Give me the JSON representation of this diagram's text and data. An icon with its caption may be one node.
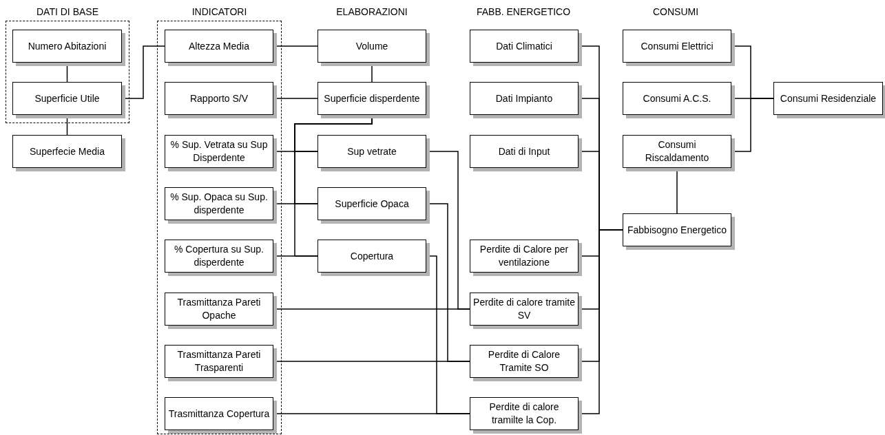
{
  "diagram": {
    "nodes": [
      {
        "text": [
          "DATI DI BASE"
        ]
      },
      {
        "text": [
          "Numero Abitazioni"
        ],
        "in": 0
      },
      {
        "text": [
          "Superficie Utile"
        ],
        "in": 0
      },
      {
        "text": [
          "Superfecie Media"
        ]
      },
      {
        "text": [
          "INDICATORI"
        ]
      },
      {
        "text": [
          "Altezza Media"
        ],
        "in": 4
      },
      {
        "text": [
          "Rapporto S/V"
        ],
        "in": 4
      },
      {
        "text": [
          "% Sup. Vetrata su Sup Disperdente"
        ],
        "in": 4
      },
      {
        "text": [
          "% Sup. Opaca su Sup. disperdente"
        ],
        "in": 4
      },
      {
        "text": [
          "% Copertura su Sup. disperdente"
        ],
        "in": 4
      },
      {
        "text": [
          "Trasmittanza Pareti Opache"
        ],
        "in": 4
      },
      {
        "text": [
          "Trasmittanza Pareti Trasparenti"
        ],
        "in": 4
      },
      {
        "text": [
          "Trasmittanza Copertura"
        ],
        "in": 4
      },
      {
        "text": [
          "Volume"
        ]
      },
      {
        "text": [
          "Superficie disperdente"
        ]
      },
      {
        "text": [
          "Sup vetrate"
        ]
      },
      {
        "text": [
          "Superficie Opaca"
        ]
      },
      {
        "text": [
          "Copertura"
        ]
      },
      {
        "text": [
          "Dati Climatici"
        ]
      },
      {
        "text": [
          "Dati Impianto"
        ]
      },
      {
        "text": [
          "Dati di Input"
        ]
      },
      {
        "text": [
          "Perdite di Calore per ventilazione"
        ]
      },
      {
        "text": [
          "Perdite di calore tramite SV"
        ]
      },
      {
        "text": [
          "Perdite di Calore Tramite SO"
        ]
      },
      {
        "text": [
          "Perdite di calore tramilte la Cop."
        ]
      },
      {
        "text": [
          "Consumi Elettrici"
        ]
      },
      {
        "text": [
          "Consumi A.C.S."
        ]
      },
      {
        "text": [
          "Consumi Riscaldamento"
        ]
      },
      {
        "text": [
          "Fabbisogno Energetico"
        ]
      },
      {
        "text": [
          "Consumi Residenziale"
        ]
      }
    ],
    "edges": [
      {
        "from": 1,
        "to": 2,
        "arrow": "none"
      },
      {
        "from": 2,
        "to": 3,
        "arrow": "none"
      },
      {
        "from": 2,
        "to": 5,
        "arrow": "none"
      },
      {
        "from": 5,
        "to": 13,
        "arrow": "none"
      },
      {
        "from": 13,
        "to": 14,
        "arrow": "none"
      },
      {
        "from": 6,
        "to": 14,
        "arrow": "none"
      },
      {
        "from": 7,
        "to": 15,
        "arrow": "none"
      },
      {
        "from": 8,
        "to": 16,
        "arrow": "none"
      },
      {
        "from": 9,
        "to": 17,
        "arrow": "none"
      },
      {
        "from": 14,
        "to": 15,
        "arrow": "none"
      },
      {
        "from": 14,
        "to": 16,
        "arrow": "none"
      },
      {
        "from": 14,
        "to": 17,
        "arrow": "none"
      },
      {
        "from": 15,
        "to": 22,
        "arrow": "none"
      },
      {
        "from": 10,
        "to": 22,
        "arrow": "none"
      },
      {
        "from": 16,
        "to": 23,
        "arrow": "none"
      },
      {
        "from": 11,
        "to": 23,
        "arrow": "none"
      },
      {
        "from": 17,
        "to": 24,
        "arrow": "none"
      },
      {
        "from": 12,
        "to": 24,
        "arrow": "none"
      },
      {
        "from": 18,
        "to": 28,
        "arrow": "none"
      },
      {
        "from": 19,
        "to": 28,
        "arrow": "none"
      },
      {
        "from": 20,
        "to": 28,
        "arrow": "none"
      },
      {
        "from": 21,
        "to": 28,
        "arrow": "none"
      },
      {
        "from": 22,
        "to": 28,
        "arrow": "none"
      },
      {
        "from": 23,
        "to": 28,
        "arrow": "none"
      },
      {
        "from": 24,
        "to": 28,
        "arrow": "none"
      },
      {
        "from": 27,
        "to": 28,
        "arrow": "none"
      },
      {
        "from": 25,
        "to": 29,
        "arrow": "none"
      },
      {
        "from": 26,
        "to": 29,
        "arrow": "none"
      },
      {
        "from": 27,
        "to": 29,
        "arrow": "none"
      }
    ],
    "labels": [
      "ELABORAZIONI",
      "FABB. ENERGETICO",
      "CONSUMI"
    ]
  }
}
